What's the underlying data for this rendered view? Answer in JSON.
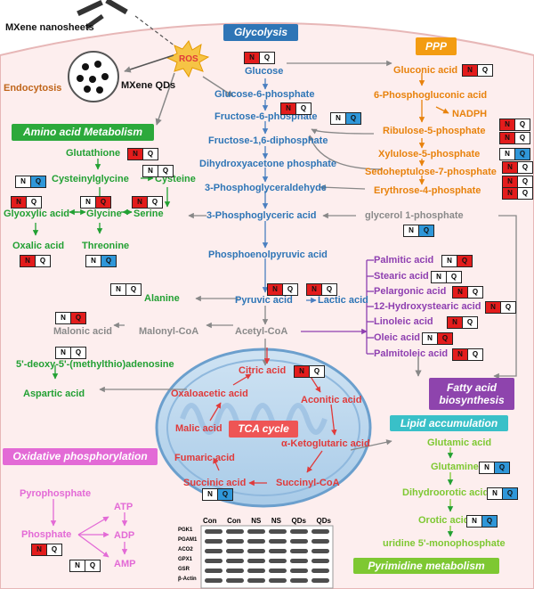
{
  "colors": {
    "blue": "#2e75b6",
    "orange": "#e8820c",
    "green": "#22a033",
    "purple": "#8e3fb0",
    "red": "#e03a3a",
    "pink": "#e36ad6",
    "gray": "#8a8a8a",
    "marker_red": "#e31c1c",
    "marker_blue": "#2f97d9"
  },
  "marker": {
    "n": "N",
    "q": "Q"
  },
  "labels": {
    "mxene_nanosheets": "MXene nanosheets",
    "endocytosis": "Endocytosis",
    "mxene_qds": "MXene QDs",
    "ros": "ROS",
    "glycolysis": "Glycolysis",
    "ppp": "PPP",
    "amino": "Amino acid Metabolism",
    "fatty": "Fatty acid biosynthesis",
    "lipid": "Lipid accumulation",
    "tca": "TCA cycle",
    "oxphos": "Oxidative phosphorylation",
    "pyrimidine": "Pyrimidine metabolism",
    "glucose": "Glucose",
    "g6p": "Glucose-6-phosphate",
    "f6p": "Fructose-6-phosphate",
    "f16": "Fructose-1,6-diphosphate",
    "dhap": "Dihydroxyacetone phosphate",
    "g3p": "3-Phosphoglyceraldehyde",
    "pga": "3-Phosphoglyceric acid",
    "pep": "Phosphoenolpyruvic acid",
    "pyruvic": "Pyruvic acid",
    "lactic": "Lactic acid",
    "acetyl": "Acetyl-CoA",
    "malonyl": "Malonyl-CoA",
    "malonic": "Malonic acid",
    "gluconic": "Gluconic acid",
    "pgluconic": "6-Phosphogluconic acid",
    "nadph": "NADPH",
    "ribulose": "Ribulose-5-phosphate",
    "xylulose": "Xylulose-5-phosphate",
    "sedo": "Sedoheptulose-7-phosphate",
    "erythrose": "Erythrose-4-phosphate",
    "glycerol": "glycerol 1-phosphate",
    "glutathione": "Glutathione",
    "cysgly": "Cysteinylglycine",
    "cysteine": "Cysteine",
    "glyoxylic": "Glyoxylic acid",
    "glycine": "Glycine",
    "serine": "Serine",
    "oxalic": "Oxalic acid",
    "threonine": "Threonine",
    "alanine": "Alanine",
    "mta": "5'-deoxy-5'-(methylthio)adenosine",
    "aspartic": "Aspartic acid",
    "palmitic": "Palmitic acid",
    "stearic": "Stearic acid",
    "pelargonic": "Pelargonic acid",
    "hydroxy": "12-Hydroxystearic acid",
    "linoleic": "Linoleic acid",
    "oleic": "Oleic acid",
    "palmitoleic": "Palmitoleic acid",
    "citric": "Citric acid",
    "aconitic": "Aconitic acid",
    "oxaloacetic": "Oxaloacetic acid",
    "malic": "Malic acid",
    "fumaric": "Fumaric acid",
    "akg": "α-Ketoglutaric acid",
    "succinic": "Succinic acid",
    "succoa": "Succinyl-CoA",
    "pyrophosphate": "Pyrophosphate",
    "phosphate": "Phosphate",
    "atp": "ATP",
    "adp": "ADP",
    "amp": "AMP",
    "glutamic": "Glutamic acid",
    "glutamine": "Glutamine",
    "dihydroorotic": "Dihydroorotic acid",
    "orotic": "Orotic acid",
    "ump": "uridine 5'-monophosphate"
  },
  "blot": {
    "columns": [
      "Con",
      "Con",
      "NS",
      "NS",
      "QDs",
      "QDs"
    ],
    "rows": [
      "PGK1",
      "PGAM1",
      "ACO2",
      "GPX1",
      "GSR",
      "β-Actin"
    ]
  }
}
